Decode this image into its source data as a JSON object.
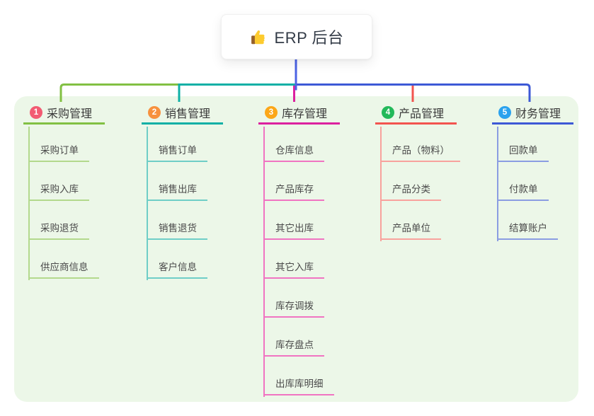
{
  "root": {
    "label": "ERP 后台",
    "icon": "thumbs-up-icon"
  },
  "colors": {
    "panel_bg": "#ECF7E8",
    "root_connector": "#4C63E4",
    "card_bg": "#FFFFFF"
  },
  "branches": [
    {
      "index": "1",
      "title": "采购管理",
      "badge_color": "#F25B72",
      "line_color": "#82C043",
      "light_line_color": "#B3D98D",
      "children": [
        "采购订单",
        "采购入库",
        "采购退货",
        "供应商信息"
      ]
    },
    {
      "index": "2",
      "title": "销售管理",
      "badge_color": "#F7913E",
      "line_color": "#0FB0A6",
      "light_line_color": "#6FCEC7",
      "children": [
        "销售订单",
        "销售出库",
        "销售退货",
        "客户信息"
      ]
    },
    {
      "index": "3",
      "title": "库存管理",
      "badge_color": "#FCA718",
      "line_color": "#DC219F",
      "light_line_color": "#F074C2",
      "children": [
        "仓库信息",
        "产品库存",
        "其它出库",
        "其它入库",
        "库存调拨",
        "库存盘点",
        "出库库明细"
      ]
    },
    {
      "index": "4",
      "title": "产品管理",
      "badge_color": "#23B95A",
      "line_color": "#F2544F",
      "light_line_color": "#F8A29D",
      "children": [
        "产品（物料）",
        "产品分类",
        "产品单位"
      ]
    },
    {
      "index": "5",
      "title": "财务管理",
      "badge_color": "#2BA2EE",
      "line_color": "#3D59D6",
      "light_line_color": "#8B9DE2",
      "children": [
        "回款单",
        "付款单",
        "结算账户"
      ]
    }
  ]
}
